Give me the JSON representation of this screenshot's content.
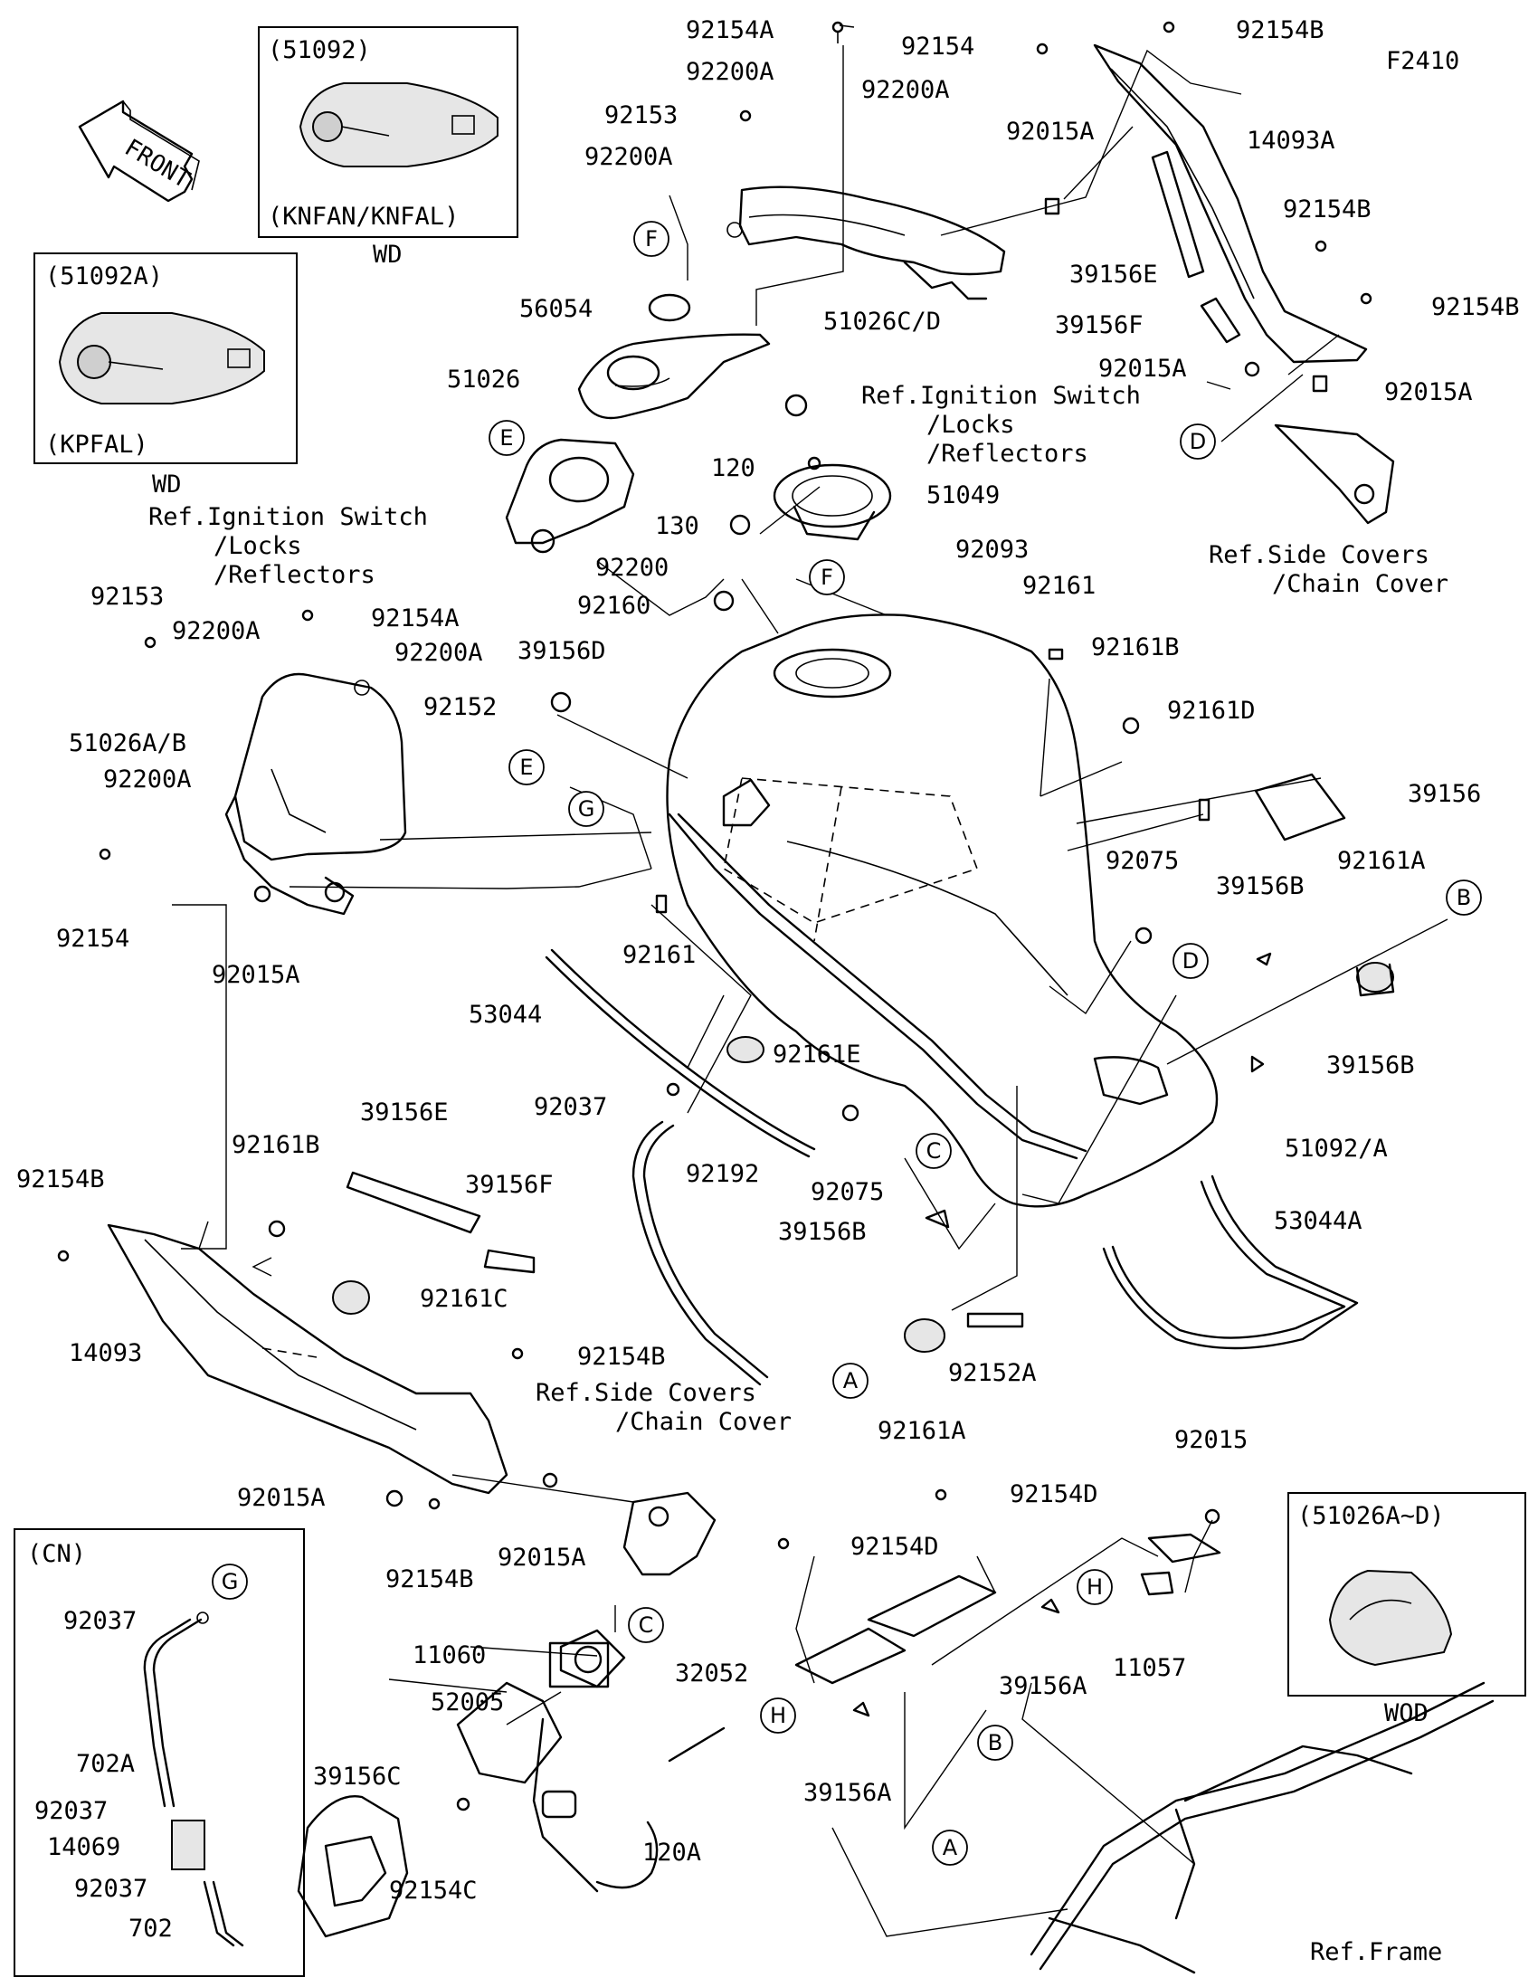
{
  "figure_id": "F2410",
  "front_arrow": {
    "text": "FRONT"
  },
  "variant_boxes": [
    {
      "id": "51092",
      "code": "(51092)",
      "models": "(KNFAN/KNFAL)",
      "caption": "WD"
    },
    {
      "id": "51092A",
      "code": "(51092A)",
      "models": "(KPFAL)",
      "caption": "WD"
    },
    {
      "id": "51026A-D",
      "code": "(51026A~D)",
      "models": "",
      "caption": "WOD"
    },
    {
      "id": "CN",
      "code": "(CN)",
      "models": "",
      "caption": ""
    }
  ],
  "part_numbers": [
    "92154A",
    "92200A",
    "92154",
    "92200A",
    "92154B",
    "92153",
    "92200A",
    "92015A",
    "14093A",
    "51026C/D",
    "56054",
    "51026",
    "92154B",
    "39156E",
    "39156F",
    "92154B",
    "92015A",
    "92015A",
    "120",
    "51049",
    "130",
    "92093",
    "92200",
    "92160",
    "39156D",
    "92161",
    "92161B",
    "92161D",
    "92152",
    "92153",
    "92200A",
    "92154A",
    "92200A",
    "51026A/B",
    "92200A",
    "92154",
    "92015A",
    "39156",
    "92075",
    "92161A",
    "39156B",
    "53044",
    "92161",
    "92161E",
    "92037",
    "92192",
    "92075",
    "39156B",
    "51092/A",
    "53044A",
    "39156B",
    "92154B",
    "39156E",
    "92161B",
    "39156F",
    "92161C",
    "14093",
    "92154B",
    "92161A",
    "92152A",
    "92015A",
    "92154B",
    "92015A",
    "92015",
    "92154D",
    "92154D",
    "11060",
    "52005",
    "32052",
    "39156A",
    "11057",
    "39156A",
    "120A",
    "39156C",
    "92154C",
    "92037",
    "702A",
    "92037",
    "14069",
    "92037",
    "702"
  ],
  "references": [
    {
      "line1": "Ref.Ignition Switch",
      "line2": "/Locks",
      "line3": "/Reflectors"
    },
    {
      "line1": "Ref.Ignition Switch",
      "line2": "/Locks",
      "line3": "/Reflectors"
    },
    {
      "line1": "Ref.Side Covers",
      "line2": "/Chain Cover"
    },
    {
      "line1": "Ref.Side Covers",
      "line2": "/Chain Cover"
    },
    {
      "line1": "Ref.Frame"
    }
  ],
  "callouts": [
    "F",
    "E",
    "D",
    "F",
    "E",
    "G",
    "B",
    "D",
    "C",
    "A",
    "G",
    "C",
    "H",
    "H",
    "B",
    "A"
  ]
}
